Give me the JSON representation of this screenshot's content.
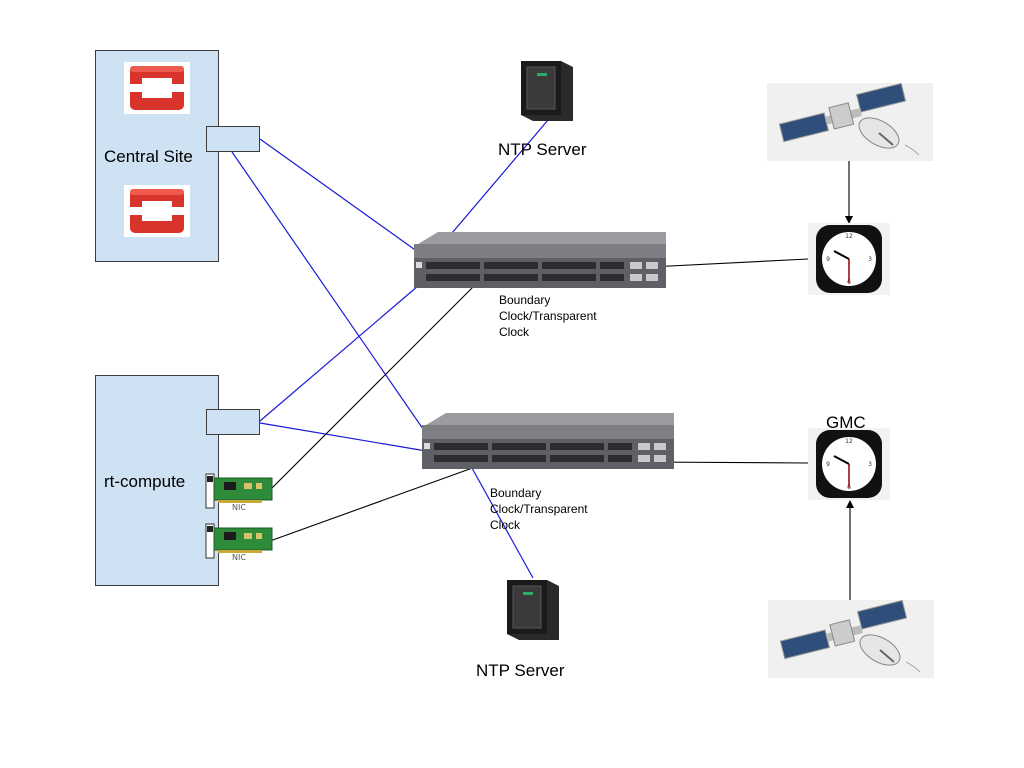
{
  "central_site": {
    "label": "Central Site"
  },
  "rt_compute": {
    "label": "rt-compute"
  },
  "ntp_servers": [
    {
      "label": "NTP Server"
    },
    {
      "label": "NTP Server"
    }
  ],
  "switches": [
    {
      "label": "Boundary\nClock/Transparent\nClock"
    },
    {
      "label": "Boundary\nClock/Transparent\nClock"
    }
  ],
  "gmc": {
    "label": "GMC"
  },
  "nic": {
    "label": "NIC"
  },
  "colors": {
    "site_fill": "#cfe2f3",
    "link_blue": "#1a1ad6",
    "link_black": "#000000",
    "openstack_red": "#d9342b"
  },
  "icons": [
    "openstack-logo-icon",
    "server-tower-icon",
    "network-switch-icon",
    "clock-icon",
    "satellite-icon",
    "nic-card-icon"
  ]
}
